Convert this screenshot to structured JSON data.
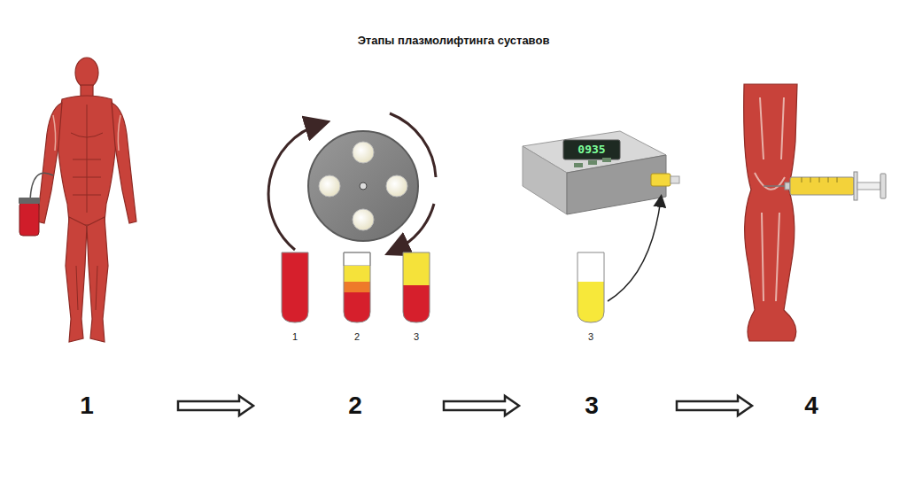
{
  "diagram": {
    "title": "Этапы плазмолифтинга суставов",
    "labels": [
      "1",
      "2",
      "3",
      "0935",
      "3",
      "1",
      "2",
      "3",
      "4"
    ]
  }
}
